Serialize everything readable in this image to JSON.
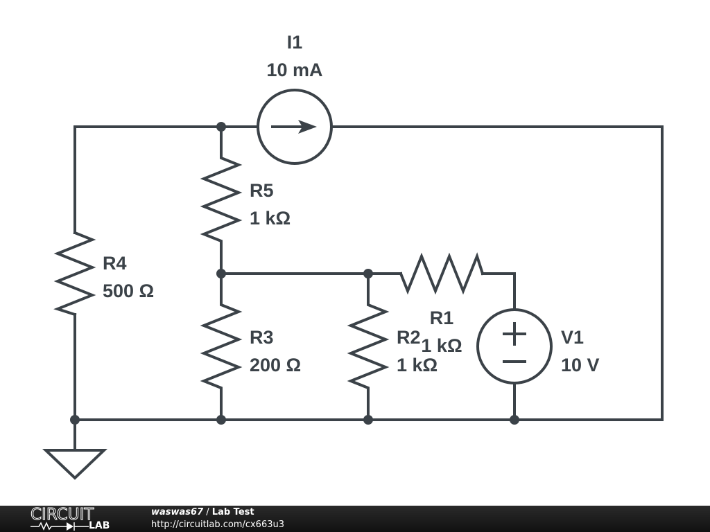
{
  "schematic": {
    "components": {
      "I1": {
        "name": "I1",
        "value": "10 mA",
        "type": "current-source"
      },
      "R5": {
        "name": "R5",
        "value": "1 kΩ",
        "type": "resistor"
      },
      "R4": {
        "name": "R4",
        "value": "500 Ω",
        "type": "resistor"
      },
      "R3": {
        "name": "R3",
        "value": "200 Ω",
        "type": "resistor"
      },
      "R2": {
        "name": "R2",
        "value": "1 kΩ",
        "type": "resistor"
      },
      "R1": {
        "name": "R1",
        "value": "1 kΩ",
        "type": "resistor"
      },
      "V1": {
        "name": "V1",
        "value": "10 V",
        "type": "voltage-source"
      }
    },
    "ground": "ground-symbol"
  },
  "footer": {
    "logo_top": "CIRCUIT",
    "logo_bottom": "LAB",
    "username": "waswas67",
    "separator": " / ",
    "title": "Lab Test",
    "url": "http://circuitlab.com/cx663u3"
  }
}
